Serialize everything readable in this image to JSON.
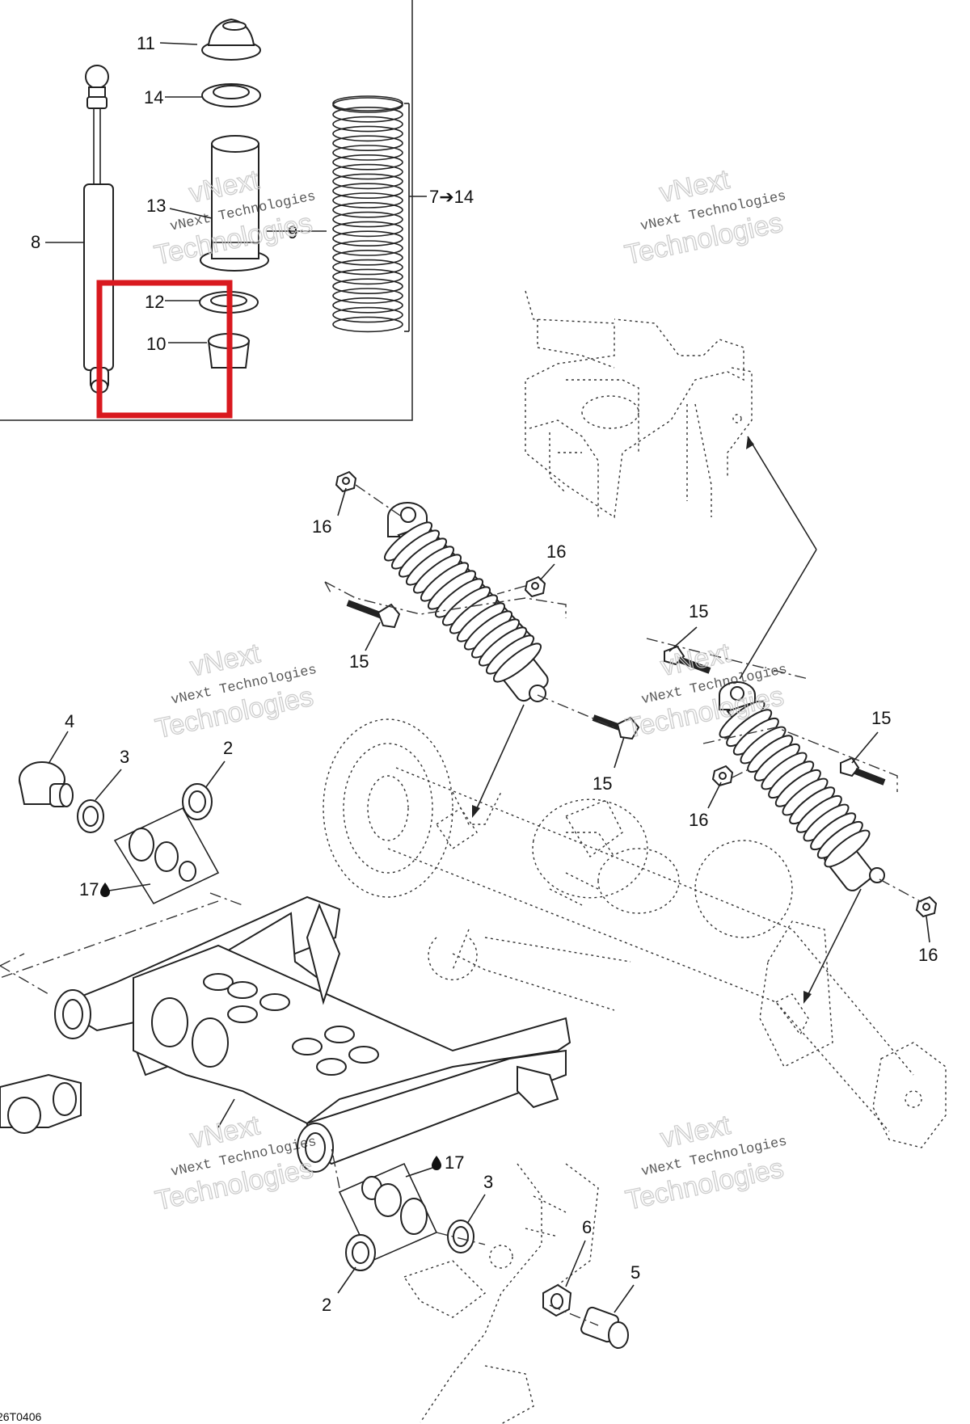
{
  "diagram": {
    "reference_code": "26T0406",
    "watermark": {
      "line1": "vNext",
      "line2": "vNext Technologies",
      "line3": "Technologies"
    },
    "callouts": {
      "c11": "11",
      "c14_top": "14",
      "c13": "13",
      "c8": "8",
      "c9": "9",
      "c7_14": "7➔14",
      "c12": "12",
      "c10": "10",
      "c16_a": "16",
      "c16_b": "16",
      "c15_a": "15",
      "c15_b": "15",
      "c15_c": "15",
      "c15_d": "15",
      "c16_c": "16",
      "c16_d": "16",
      "c4": "4",
      "c3_top": "3",
      "c2_top": "2",
      "c17_top": "17",
      "c17_bottom": "17",
      "c3_bottom": "3",
      "c2_bottom": "2",
      "c6": "6",
      "c5": "5"
    },
    "highlight_color": "#d9191f"
  }
}
